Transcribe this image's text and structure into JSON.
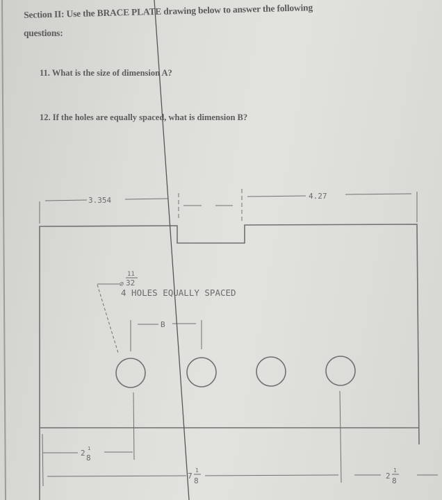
{
  "header": {
    "line1": "Section II: Use the BRACE PLATE drawing below to answer the following",
    "line2": "questions:"
  },
  "questions": [
    {
      "number": "11.",
      "text": "What is the size of dimension A?"
    },
    {
      "number": "12.",
      "text": "If the holes are equally spaced, what is dimension B?"
    }
  ],
  "drawing": {
    "dim_left_top": "3.354",
    "dim_right_top": "4.27",
    "hole_callout_diameter_symbol": "⌀",
    "hole_callout_num": "11",
    "hole_callout_den": "32",
    "hole_note": "4 HOLES EQUALLY SPACED",
    "dim_b": "B",
    "dim_bottom_1": {
      "whole": "2",
      "num": "1",
      "den": "8"
    },
    "dim_bottom_2": {
      "whole": "7",
      "num": "1",
      "den": "8"
    },
    "dim_bottom_3": {
      "whole": "2",
      "num": "1",
      "den": "8"
    },
    "hole_count": 4
  }
}
